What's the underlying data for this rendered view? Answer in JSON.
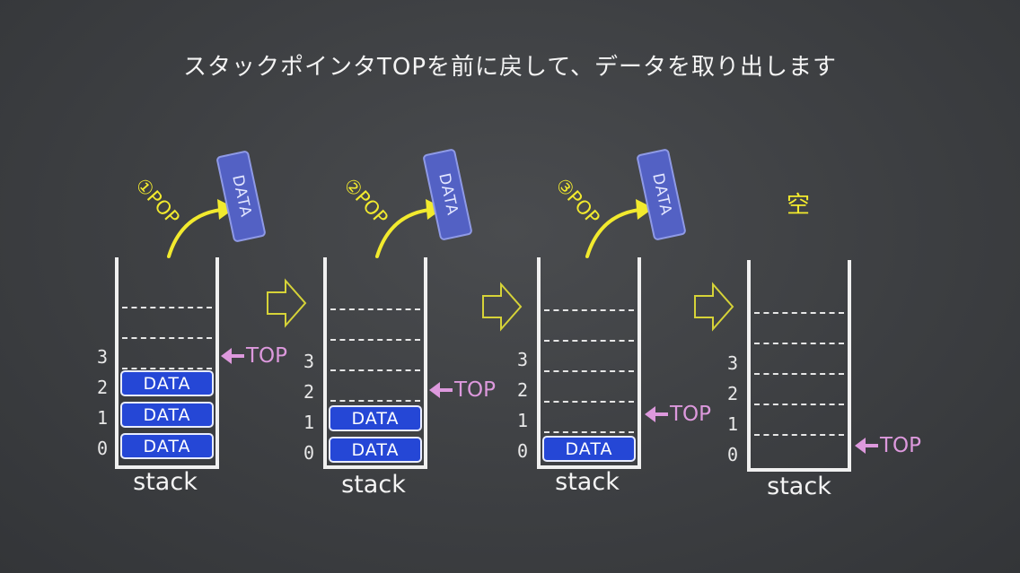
{
  "title": "スタックポインタTOPを前に戻して、データを取り出します",
  "colors": {
    "data_block": "#2547d6",
    "pop_label": "#f2ea2e",
    "top_marker": "#dd99dd",
    "popped_data": "#5361c4"
  },
  "panels": [
    {
      "pop_label": "①POP",
      "popped_data": "DATA",
      "indices": [
        "3",
        "2",
        "1",
        "0"
      ],
      "stack_label": "stack",
      "top_label": "TOP",
      "blocks": [
        "DATA",
        "DATA",
        "DATA"
      ]
    },
    {
      "pop_label": "②POP",
      "popped_data": "DATA",
      "indices": [
        "3",
        "2",
        "1",
        "0"
      ],
      "stack_label": "stack",
      "top_label": "TOP",
      "blocks": [
        "DATA",
        "DATA"
      ]
    },
    {
      "pop_label": "③POP",
      "popped_data": "DATA",
      "indices": [
        "3",
        "2",
        "1",
        "0"
      ],
      "stack_label": "stack",
      "top_label": "TOP",
      "blocks": [
        "DATA"
      ]
    },
    {
      "empty_label": "空",
      "indices": [
        "3",
        "2",
        "1",
        "0"
      ],
      "stack_label": "stack",
      "top_label": "TOP",
      "blocks": []
    }
  ]
}
